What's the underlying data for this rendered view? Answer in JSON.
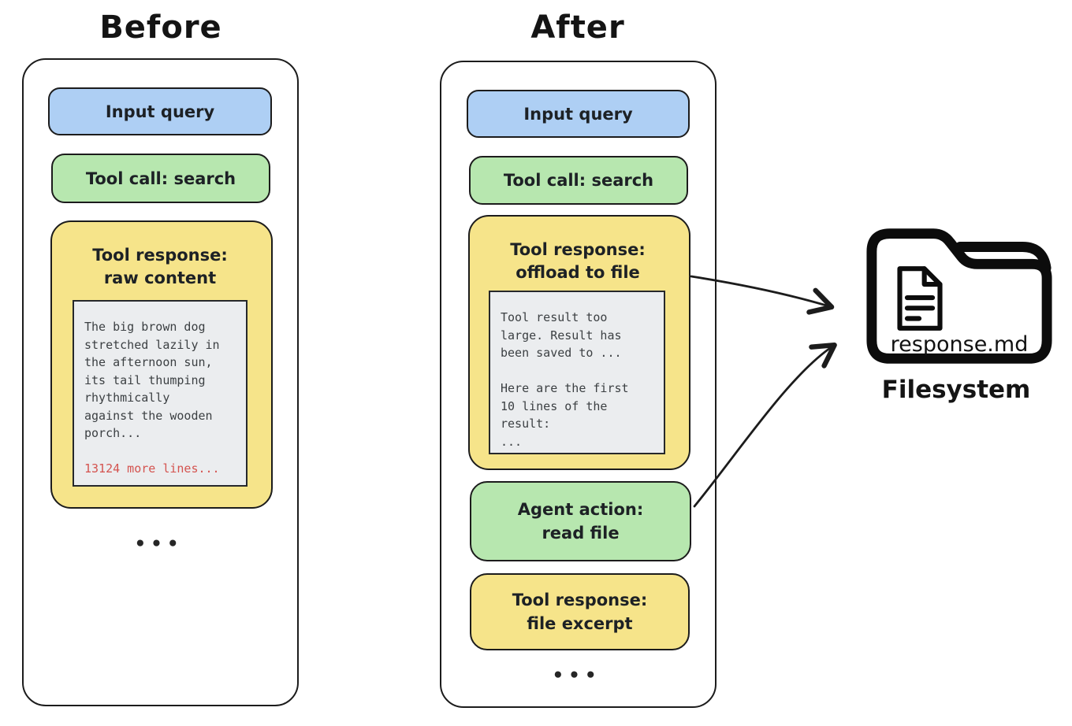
{
  "colors": {
    "box_blue": "#aecff4",
    "box_green": "#b7e7af",
    "box_yellow": "#f6e48a",
    "code_bg": "#ebedef",
    "red_text": "#d4534f",
    "outline": "#1c1c1c"
  },
  "before": {
    "title": "Before",
    "input_query": "Input query",
    "tool_call": "Tool call: search",
    "tool_response_title": "Tool response:\nraw content",
    "code_text": "The big brown dog\nstretched lazily in\nthe afternoon sun,\nits tail thumping\nrhythmically\nagainst the wooden\nporch...",
    "more_lines_text": "13124 more lines...",
    "ellipsis": "•••"
  },
  "after": {
    "title": "After",
    "input_query": "Input query",
    "tool_call": "Tool call: search",
    "offload_title": "Tool response:\noffload to file",
    "code_text": "Tool result too\nlarge. Result has\nbeen saved to ...\n\nHere are the first\n10 lines of the\nresult:\n...",
    "agent_action": "Agent action:\nread file",
    "file_excerpt_title": "Tool response:\nfile excerpt",
    "ellipsis": "•••"
  },
  "filesystem": {
    "file_name": "response.md",
    "label": "Filesystem"
  }
}
